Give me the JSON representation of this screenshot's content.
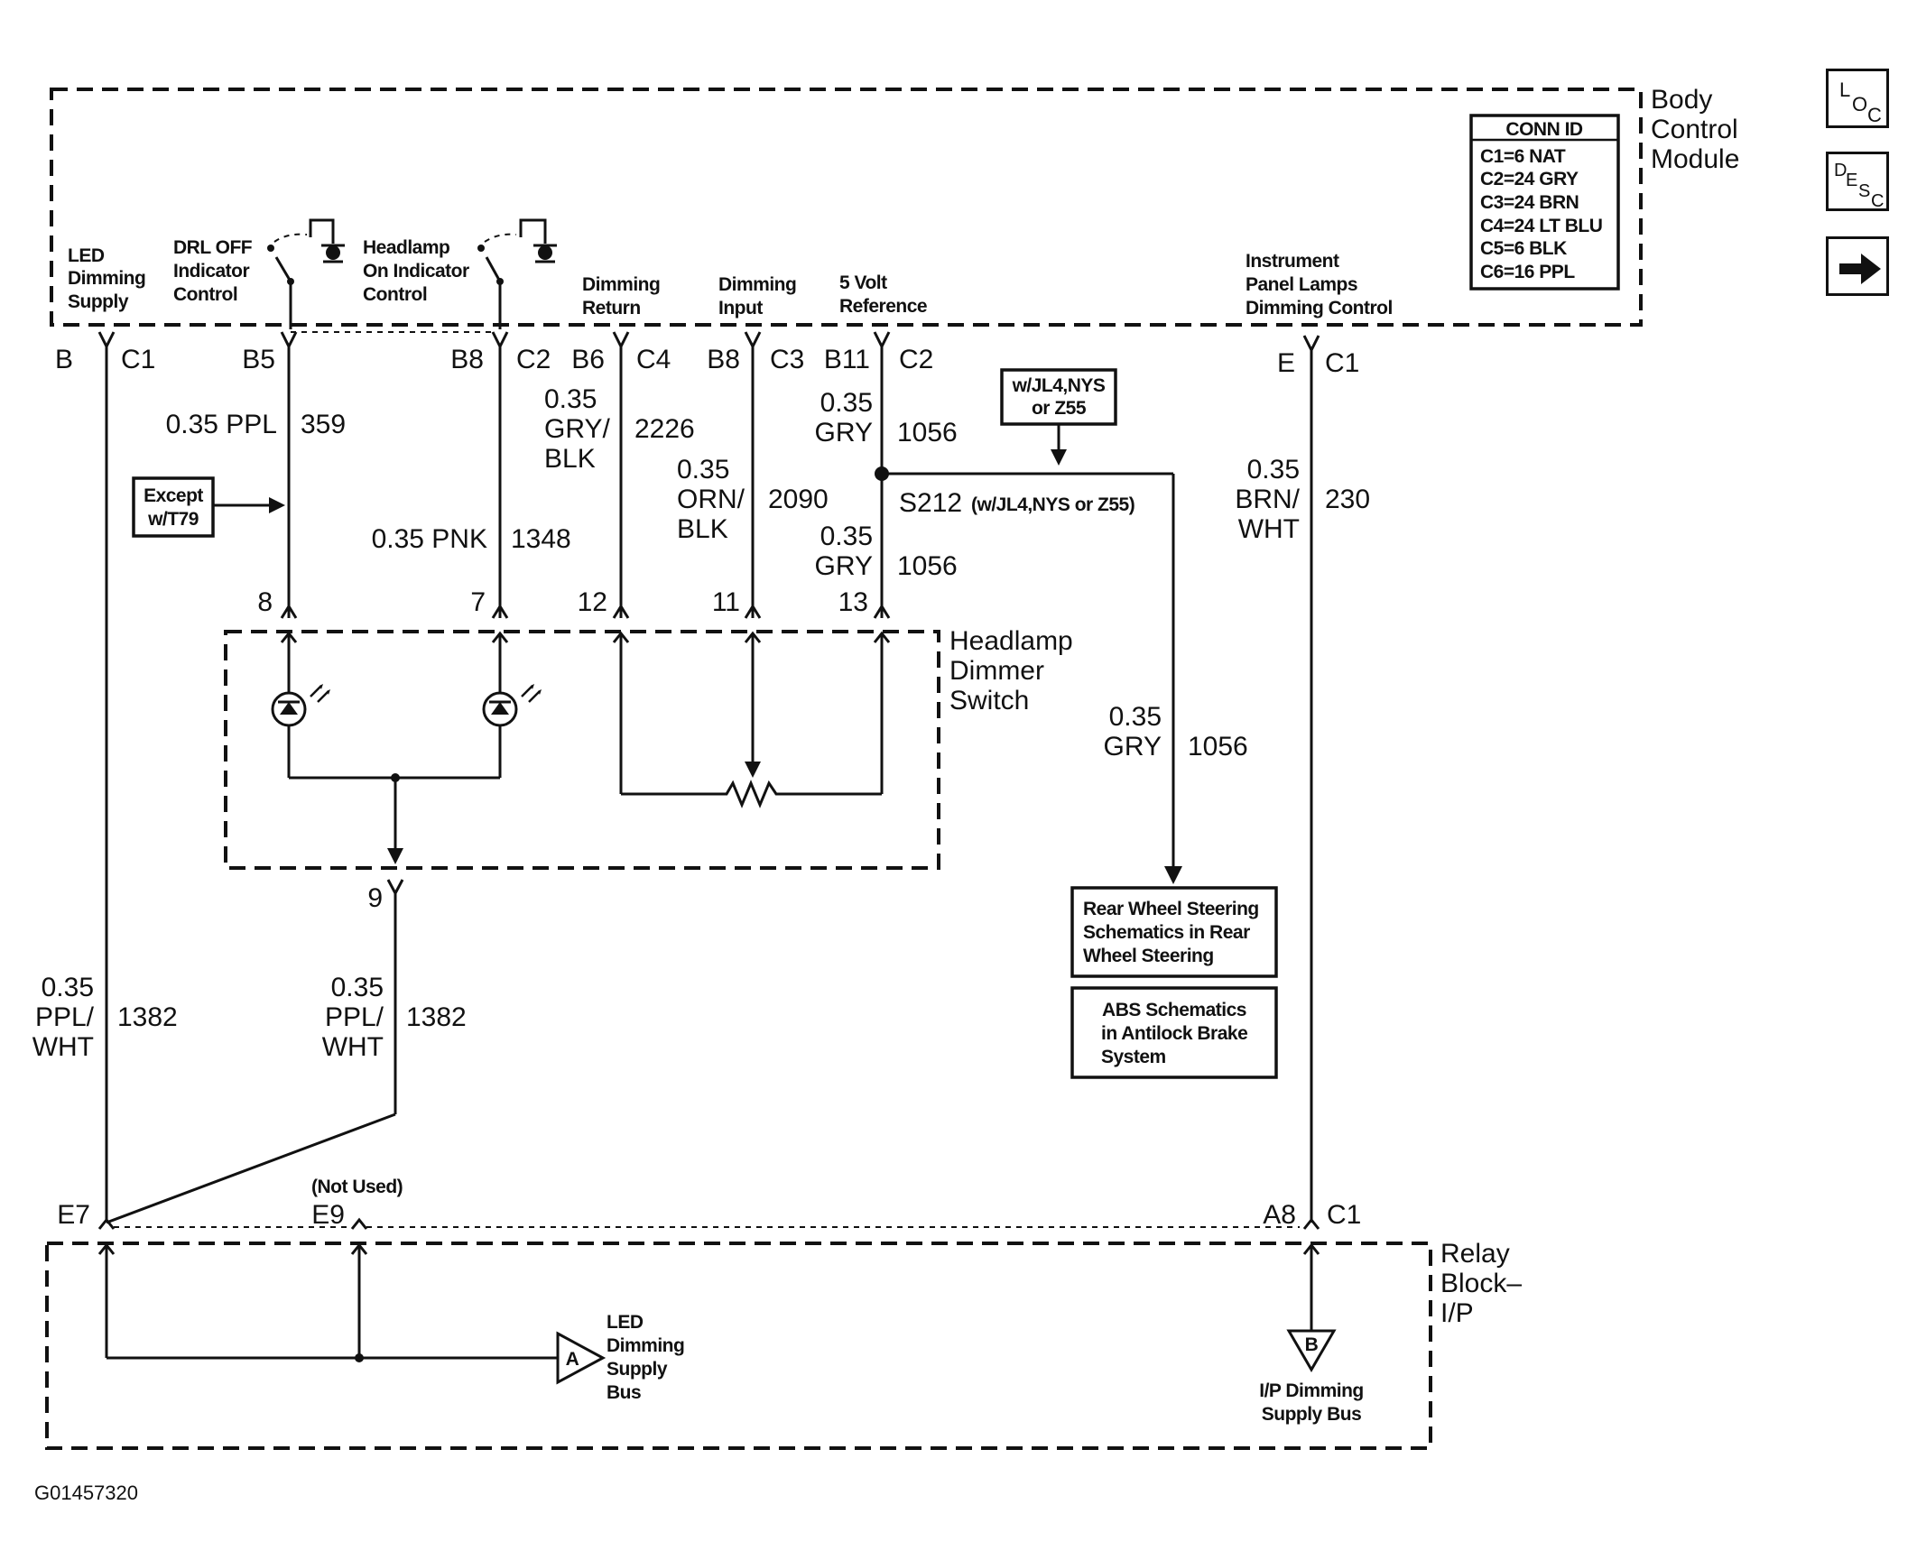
{
  "modules": {
    "bcm": {
      "name_lines": [
        "Body",
        "Control",
        "Module"
      ]
    },
    "dimmer": {
      "name_lines": [
        "Headlamp",
        "Dimmer",
        "Switch"
      ]
    },
    "relay": {
      "name_lines": [
        "Relay",
        "Block–",
        "I/P"
      ]
    }
  },
  "conn_id": {
    "title": "CONN ID",
    "rows": [
      "C1=6 NAT",
      "C2=24 GRY",
      "C3=24 BRN",
      "C4=24 LT BLU",
      "C5=6 BLK",
      "C6=16 PPL"
    ]
  },
  "bcm_labels": {
    "led_dimming_supply": [
      "LED",
      "Dimming",
      "Supply"
    ],
    "drl_off": [
      "DRL OFF",
      "Indicator",
      "Control"
    ],
    "headlamp_on": [
      "Headlamp",
      "On Indicator",
      "Control"
    ],
    "dimming_return": [
      "Dimming",
      "Return"
    ],
    "dimming_input": [
      "Dimming",
      "Input"
    ],
    "five_volt": [
      "5 Volt",
      "Reference"
    ],
    "ip_lamps": [
      "Instrument",
      "Panel Lamps",
      "Dimming Control"
    ]
  },
  "bcm_pins": {
    "p1": {
      "pin": "B",
      "conn": "C1"
    },
    "p2": {
      "pin": "B5",
      "conn": ""
    },
    "p3": {
      "pin": "B8",
      "conn": "C2"
    },
    "p4": {
      "pin": "B6",
      "conn": "C4"
    },
    "p5": {
      "pin": "B8",
      "conn": "C3"
    },
    "p6": {
      "pin": "B11",
      "conn": "C2"
    },
    "p7": {
      "pin": "E",
      "conn": "C1"
    }
  },
  "wires": {
    "w359": {
      "gauge": "0.35 PPL",
      "circuit": "359"
    },
    "w1348": {
      "gauge": "0.35 PNK",
      "circuit": "1348"
    },
    "w2226": {
      "gauge_lines": [
        "0.35",
        "GRY/",
        "BLK"
      ],
      "circuit": "2226"
    },
    "w2090": {
      "gauge_lines": [
        "0.35",
        "ORN/",
        "BLK"
      ],
      "circuit": "2090"
    },
    "w1056a": {
      "gauge_lines": [
        "0.35",
        "GRY"
      ],
      "circuit": "1056"
    },
    "w1056b": {
      "gauge_lines": [
        "0.35",
        "GRY"
      ],
      "circuit": "1056"
    },
    "w1056c": {
      "gauge_lines": [
        "0.35",
        "GRY"
      ],
      "circuit": "1056"
    },
    "w230": {
      "gauge_lines": [
        "0.35",
        "BRN/",
        "WHT"
      ],
      "circuit": "230"
    },
    "w1382a": {
      "gauge_lines": [
        "0.35",
        "PPL/",
        "WHT"
      ],
      "circuit": "1382"
    },
    "w1382b": {
      "gauge_lines": [
        "0.35",
        "PPL/",
        "WHT"
      ],
      "circuit": "1382"
    }
  },
  "dimmer_pins": {
    "p8": "8",
    "p7": "7",
    "p12": "12",
    "p11": "11",
    "p13": "13",
    "p9": "9"
  },
  "splice": {
    "id": "S212",
    "note": "(w/JL4,NYS or Z55)"
  },
  "options": {
    "except_t79": [
      "Except",
      "w/T79"
    ],
    "jl4": [
      "w/JL4,NYS",
      "or Z55"
    ]
  },
  "refs": {
    "rws": [
      "Rear Wheel Steering",
      "Schematics in Rear",
      "Wheel Steering"
    ],
    "abs": [
      "ABS Schematics",
      "in Antilock Brake",
      "System"
    ]
  },
  "relay_pins": {
    "e7": "E7",
    "e9": "E9",
    "e9_note": "(Not Used)",
    "a8": "A8",
    "a8_conn": "C1"
  },
  "buses": {
    "a": {
      "letter": "A",
      "label": [
        "LED",
        "Dimming",
        "Supply",
        "Bus"
      ]
    },
    "b": {
      "letter": "B",
      "label": [
        "I/P Dimming",
        "Supply Bus"
      ]
    }
  },
  "figure_id": "G01457320",
  "nav": {
    "loc": [
      "L",
      "O",
      "C"
    ],
    "desc": [
      "D",
      "E",
      "S",
      "C"
    ],
    "next_icon": "right-arrow-icon"
  }
}
